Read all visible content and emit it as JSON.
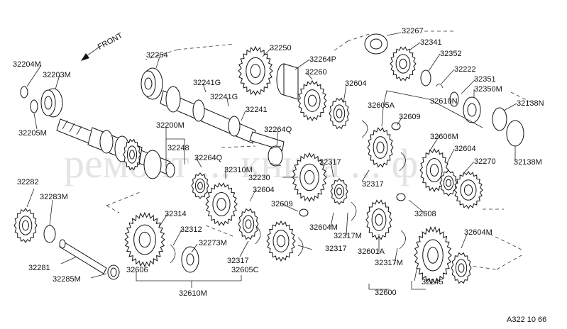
{
  "diagram": {
    "front_label": "FRONT",
    "ref_code": "A322 10 66",
    "watermark": "ремонт ... книга ... ф",
    "part_labels": [
      {
        "id": "32267",
        "text": "32267"
      },
      {
        "id": "32341",
        "text": "32341"
      },
      {
        "id": "32352",
        "text": "32352"
      },
      {
        "id": "32222",
        "text": "32222"
      },
      {
        "id": "32351",
        "text": "32351"
      },
      {
        "id": "32350M",
        "text": "32350M"
      },
      {
        "id": "32610N",
        "text": "32610N"
      },
      {
        "id": "32138N",
        "text": "32138N"
      },
      {
        "id": "32138M",
        "text": "32138M"
      },
      {
        "id": "32250",
        "text": "32250"
      },
      {
        "id": "32264P",
        "text": "32264P"
      },
      {
        "id": "32260",
        "text": "32260"
      },
      {
        "id": "32604-a",
        "text": "32604"
      },
      {
        "id": "32605A",
        "text": "32605A"
      },
      {
        "id": "32609-a",
        "text": "32609"
      },
      {
        "id": "32264",
        "text": "32264"
      },
      {
        "id": "32241G-a",
        "text": "32241G"
      },
      {
        "id": "32241G-b",
        "text": "32241G"
      },
      {
        "id": "32241",
        "text": "32241"
      },
      {
        "id": "32264Q-a",
        "text": "32264Q"
      },
      {
        "id": "32204M",
        "text": "32204M"
      },
      {
        "id": "32203M",
        "text": "32203M"
      },
      {
        "id": "32205M",
        "text": "32205M"
      },
      {
        "id": "32200M",
        "text": "32200M"
      },
      {
        "id": "32248",
        "text": "32248"
      },
      {
        "id": "32264Q-b",
        "text": "32264Q"
      },
      {
        "id": "32310M",
        "text": "32310M"
      },
      {
        "id": "32230",
        "text": "32230"
      },
      {
        "id": "32604-b",
        "text": "32604"
      },
      {
        "id": "32609-b",
        "text": "32609"
      },
      {
        "id": "32317-a",
        "text": "32317"
      },
      {
        "id": "32606M",
        "text": "32606M"
      },
      {
        "id": "32604-c",
        "text": "32604"
      },
      {
        "id": "32270",
        "text": "32270"
      },
      {
        "id": "32317-b",
        "text": "32317"
      },
      {
        "id": "32608",
        "text": "32608"
      },
      {
        "id": "32604M-a",
        "text": "32604M"
      },
      {
        "id": "32317M-a",
        "text": "32317M"
      },
      {
        "id": "32282",
        "text": "32282"
      },
      {
        "id": "32283M",
        "text": "32283M"
      },
      {
        "id": "32314",
        "text": "32314"
      },
      {
        "id": "32312",
        "text": "32312"
      },
      {
        "id": "32273M",
        "text": "32273M"
      },
      {
        "id": "32317-c",
        "text": "32317"
      },
      {
        "id": "32317-d",
        "text": "32317"
      },
      {
        "id": "32601A",
        "text": "32601A"
      },
      {
        "id": "32604M-b",
        "text": "32604M"
      },
      {
        "id": "32281",
        "text": "32281"
      },
      {
        "id": "32285M",
        "text": "32285M"
      },
      {
        "id": "32606",
        "text": "32606"
      },
      {
        "id": "32605C",
        "text": "32605C"
      },
      {
        "id": "32317M-b",
        "text": "32317M"
      },
      {
        "id": "32245",
        "text": "32245"
      },
      {
        "id": "32600",
        "text": "32600"
      },
      {
        "id": "32610M",
        "text": "32610M"
      }
    ]
  }
}
